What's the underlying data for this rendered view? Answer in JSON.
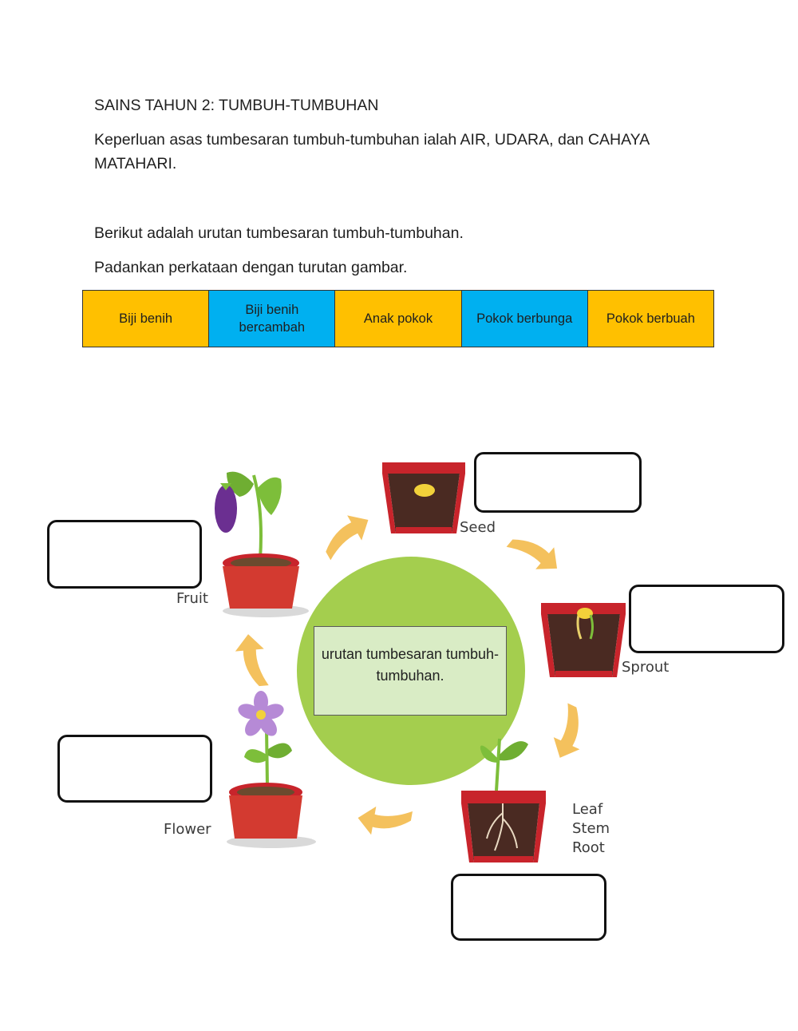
{
  "header": {
    "title": "SAINS TAHUN 2: TUMBUH-TUMBUHAN",
    "requirement": "Keperluan asas tumbesaran tumbuh-tumbuhan ialah AIR, UDARA, dan CAHAYA MATAHARI.",
    "sequence_intro": "Berikut adalah urutan tumbesaran tumbuh-tumbuhan.",
    "instruction": "Padankan perkataan dengan turutan gambar."
  },
  "word_bank": [
    {
      "label": "Biji benih",
      "color": "#FFC000"
    },
    {
      "label": "Biji benih bercambah",
      "color": "#00B0F0"
    },
    {
      "label": "Anak pokok",
      "color": "#FFC000"
    },
    {
      "label": "Pokok berbunga",
      "color": "#00B0F0"
    },
    {
      "label": "Pokok berbuah",
      "color": "#FFC000"
    }
  ],
  "diagram": {
    "center_text": "urutan tumbesaran tumbuh-tumbuhan.",
    "stages": {
      "seed": "Seed",
      "sprout": "Sprout",
      "leaf": "Leaf",
      "stem": "Stem",
      "root": "Root",
      "flower": "Flower",
      "fruit": "Fruit"
    },
    "colors": {
      "circle": "#A4CE4E",
      "pot": "#C8242B",
      "soil": "#4A2A22",
      "arrow": "#F4C15D",
      "leaf": "#7DBE3A",
      "flower": "#B68AD6",
      "eggplant": "#6B2F91"
    },
    "icons": [
      "pot-icon",
      "seed-icon",
      "sprout-icon",
      "flower-icon",
      "eggplant-icon",
      "arrow-icon"
    ]
  }
}
